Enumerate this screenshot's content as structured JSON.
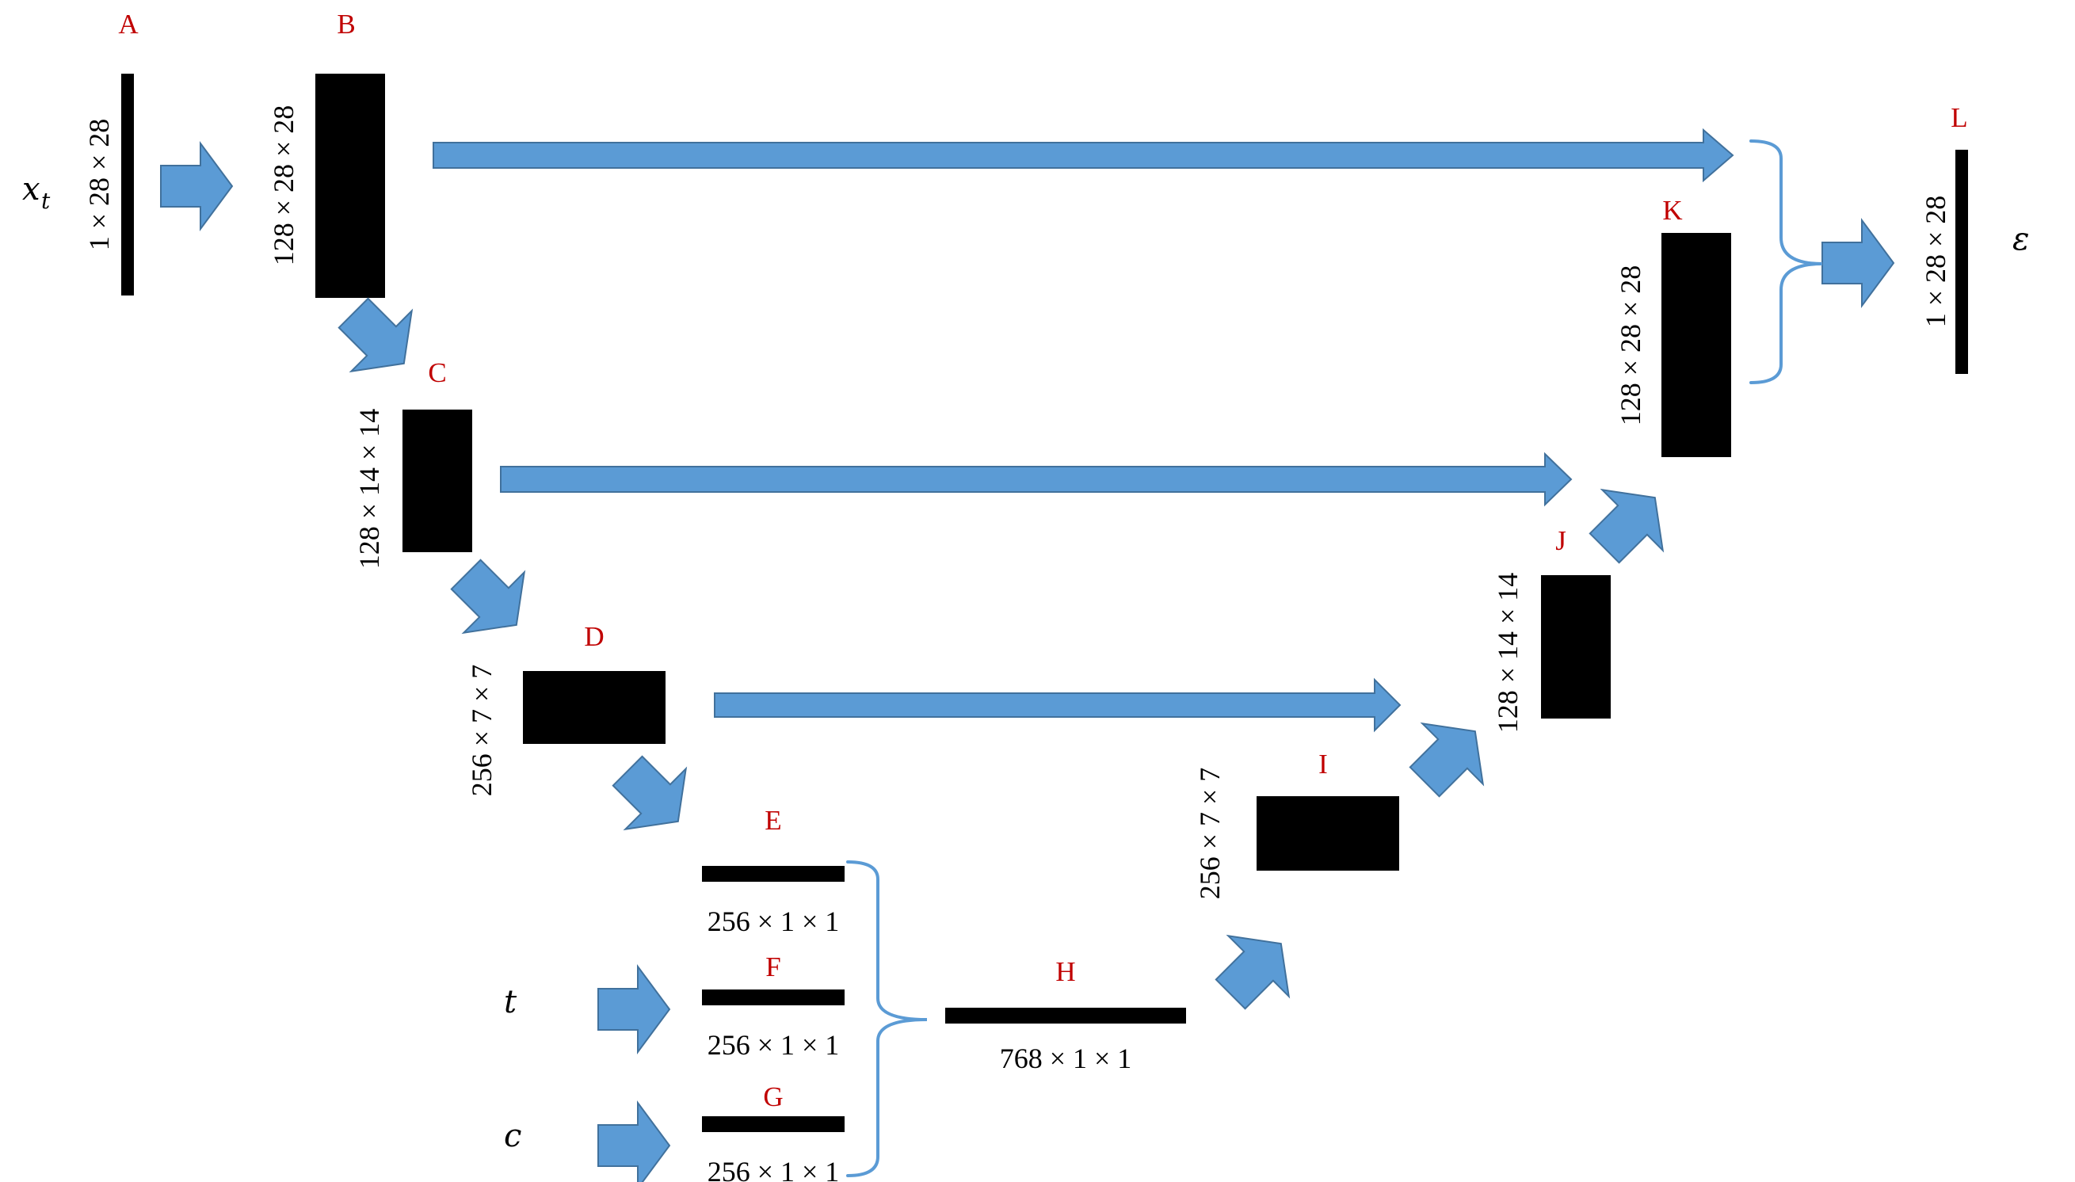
{
  "colors": {
    "arrow_fill": "#5b9bd5",
    "arrow_stroke": "#41719c",
    "block": "#000000",
    "label": "#c00000",
    "brace": "#5b9bd5"
  },
  "inputs": {
    "x": "x",
    "x_sub": "t",
    "t": "t",
    "c": "c",
    "output": "ε"
  },
  "blocks": [
    {
      "id": "A",
      "label": "A",
      "dims": "1 × 28 × 28"
    },
    {
      "id": "B",
      "label": "B",
      "dims": "128 × 28 × 28"
    },
    {
      "id": "C",
      "label": "C",
      "dims": "128 × 14 × 14"
    },
    {
      "id": "D",
      "label": "D",
      "dims": "256 × 7 × 7"
    },
    {
      "id": "E",
      "label": "E",
      "dims": "256 × 1 × 1"
    },
    {
      "id": "F",
      "label": "F",
      "dims": "256 × 1 × 1"
    },
    {
      "id": "G",
      "label": "G",
      "dims": "256 × 1 × 1"
    },
    {
      "id": "H",
      "label": "H",
      "dims": "768 × 1 × 1"
    },
    {
      "id": "I",
      "label": "I",
      "dims": "256 × 7 × 7"
    },
    {
      "id": "J",
      "label": "J",
      "dims": "128 × 14 × 14"
    },
    {
      "id": "K",
      "label": "K",
      "dims": "128 × 28 × 28"
    },
    {
      "id": "L",
      "label": "L",
      "dims": "1 × 28 × 28"
    }
  ]
}
